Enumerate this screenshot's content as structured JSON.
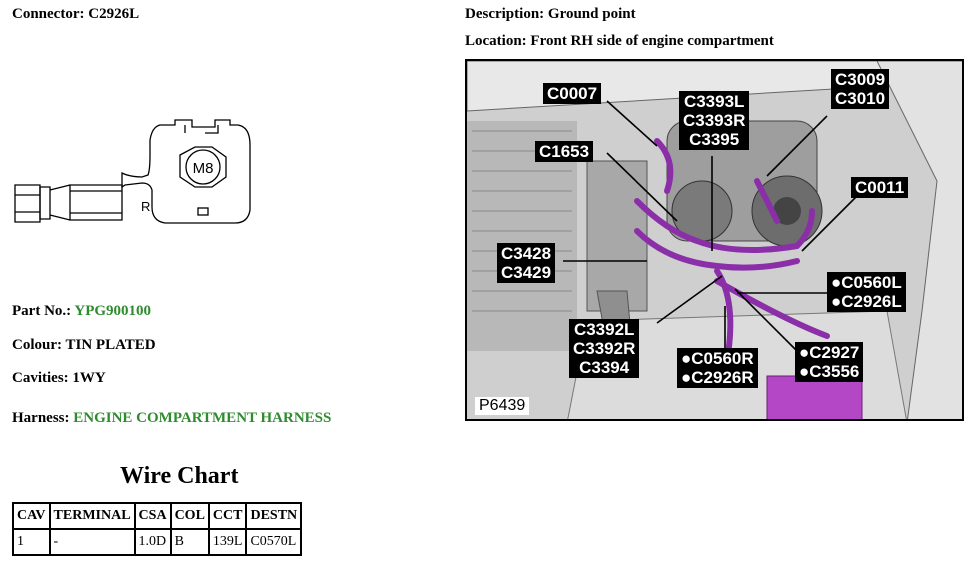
{
  "connector": {
    "label": "Connector:",
    "value": "C2926L"
  },
  "description": {
    "label": "Description:",
    "value": "Ground point"
  },
  "location": {
    "label": "Location:",
    "value": "Front RH side of engine compartment"
  },
  "part_no": {
    "label": "Part No.:",
    "value": "YPG900100"
  },
  "colour": {
    "label": "Colour:",
    "value": "TIN PLATED"
  },
  "cavities": {
    "label": "Cavities:",
    "value": "1WY"
  },
  "harness": {
    "label": "Harness:",
    "value": "ENGINE COMPARTMENT HARNESS"
  },
  "drawing": {
    "stud_label": "M8",
    "side_label": "R"
  },
  "wire_chart": {
    "title": "Wire Chart",
    "headers": [
      "CAV",
      "TERMINAL",
      "CSA",
      "COL",
      "CCT",
      "DESTN"
    ],
    "rows": [
      [
        "1",
        "-",
        "1.0D",
        "B",
        "139L",
        "C0570L"
      ]
    ]
  },
  "photo": {
    "figure_number": "P6439",
    "callouts": {
      "c0007": "C0007",
      "c1653": "C1653",
      "c3393": "C3393L\nC3393R\nC3395",
      "c3009": "C3009\nC3010",
      "c0011": "C0011",
      "c3428": "C3428\nC3429",
      "c0560l": "●C0560L\n●C2926L",
      "c3392": "C3392L\nC3392R\nC3394",
      "c0560r": "●C0560R\n●C2926R",
      "c2927": "●C2927\n●C3556"
    }
  }
}
